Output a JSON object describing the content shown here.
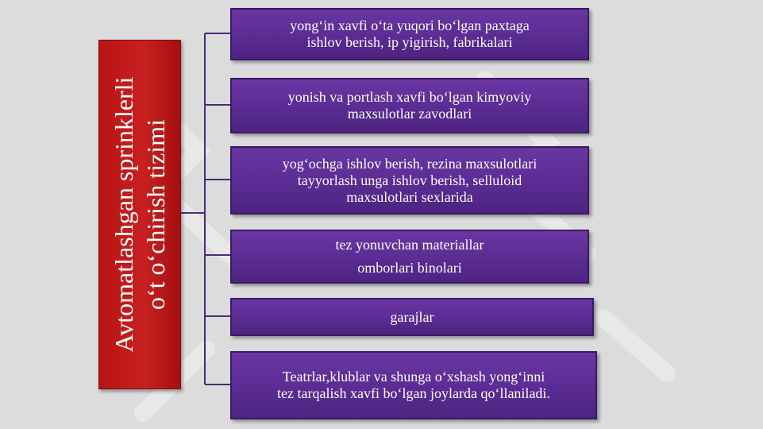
{
  "diagram": {
    "root": {
      "lines": [
        "Avtomatlashgan sprinklerli",
        "o‘t o‘chirish tizimi"
      ]
    },
    "items": [
      {
        "lines": [
          "yong‘in xavfi o‘ta yuqori bo‘lgan paxtaga",
          "ishlov berish, ip yigirish, fabrikalari"
        ]
      },
      {
        "lines": [
          "yonish va portlash xavfi bo‘lgan kimyoviy",
          "maxsulotlar zavodlari"
        ]
      },
      {
        "lines": [
          "yog‘ochga ishlov berish, rezina maxsulotlari",
          "tayyorlash unga ishlov berish, selluloid",
          "maxsulotlari sexlarida"
        ]
      },
      {
        "lines": [
          "tez yonuvchan materiallar",
          "omborlari binolari"
        ]
      },
      {
        "lines": [
          "garajlar"
        ]
      },
      {
        "lines": [
          "Teatrlar,klublar va shunga o‘xshash yong‘inni",
          "tez tarqalish xavfi bo‘lgan joylarda qo‘llaniladi."
        ]
      }
    ]
  },
  "colors": {
    "background": "#dcdcdc",
    "root_fill": "#c0181c",
    "item_fill": "#5b2c93",
    "connector": "#4b2a7a",
    "text": "#ffffff"
  }
}
